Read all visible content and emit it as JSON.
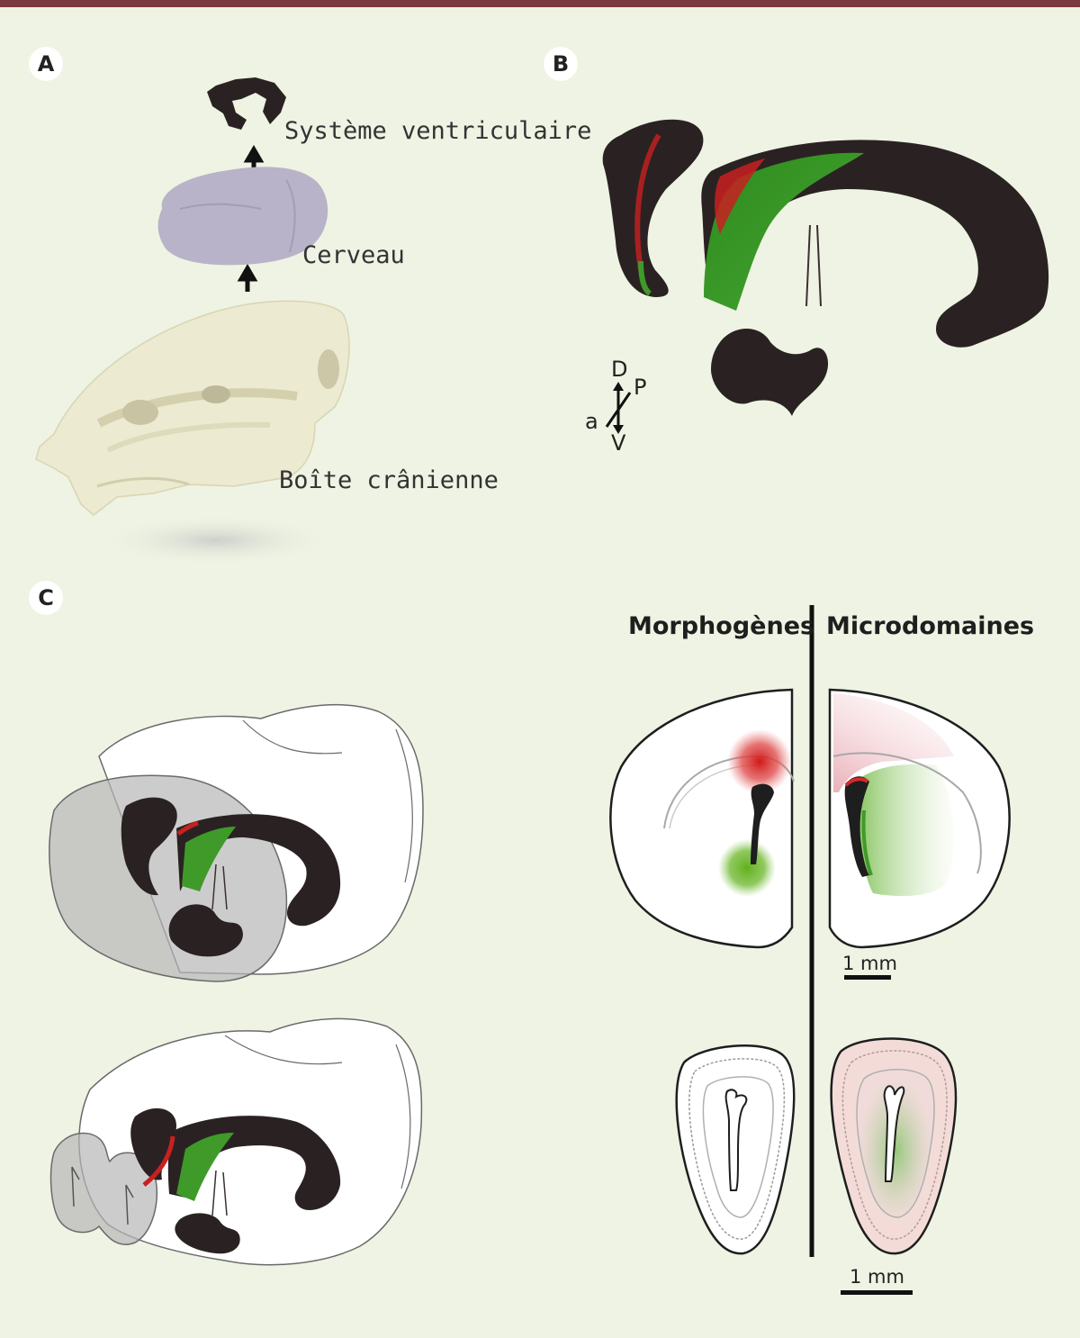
{
  "panels": {
    "a": {
      "letter": "A",
      "labels": {
        "ventricles": "Système ventriculaire",
        "brain": "Cerveau",
        "skull": "Boîte crânienne"
      }
    },
    "b": {
      "letter": "B",
      "axes": {
        "dorsal": "D",
        "ventral": "V",
        "anterior": "a",
        "posterior": "P"
      }
    },
    "c": {
      "letter": "C",
      "headers": {
        "morphogens": "Morphogènes",
        "microdomains": "Microdomaines"
      },
      "scale_top": "1 mm",
      "scale_bottom": "1 mm"
    }
  },
  "colors": {
    "background": "#eef3e3",
    "top_bar": "#7b3a40",
    "ventricle": "#2a2222",
    "red_domain": "#d42a2a",
    "green_domain": "#3f9a2a",
    "brain": "#b8b3c8",
    "skull": "#ecead0"
  }
}
